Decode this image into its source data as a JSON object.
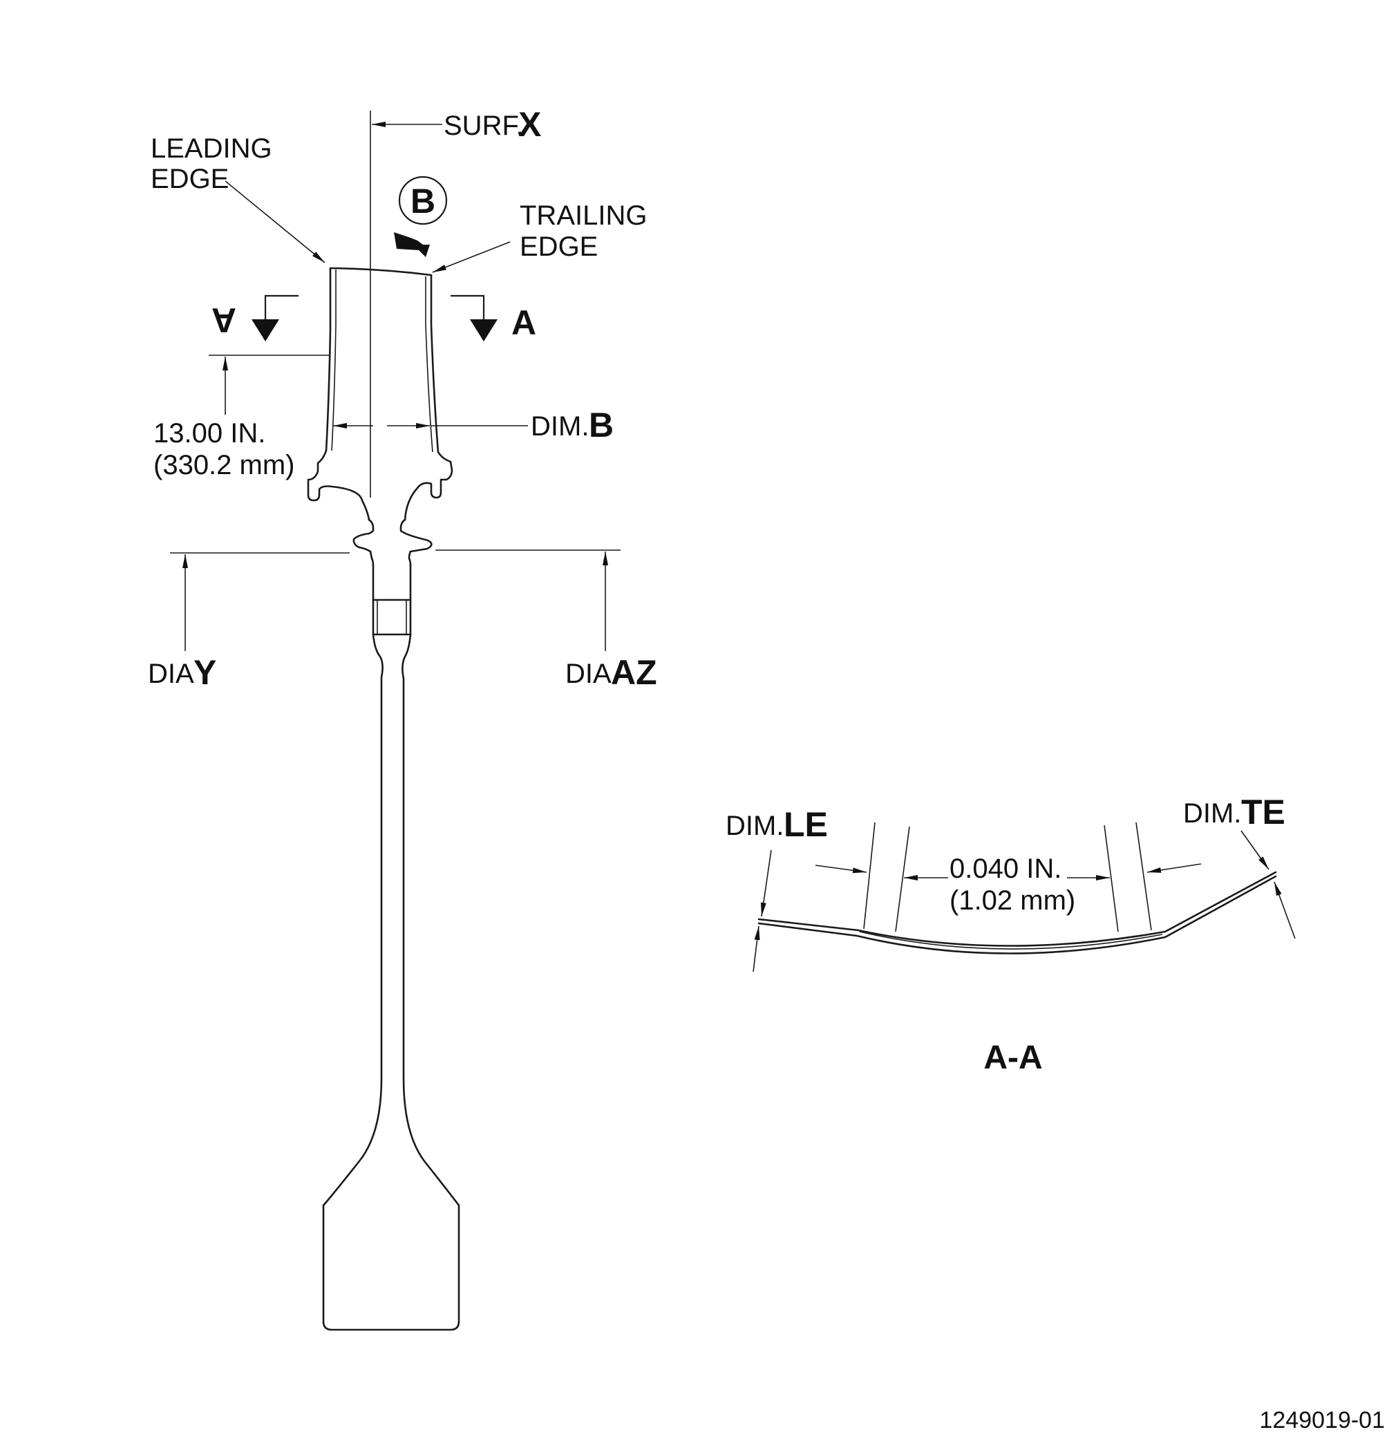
{
  "labels": {
    "surf_prefix": "SURF.",
    "surf_letter": "X",
    "leading_edge_1": "LEADING",
    "leading_edge_2": "EDGE",
    "trailing_edge_1": "TRAILING",
    "trailing_edge_2": "EDGE",
    "view_b": "B",
    "section_left": "A",
    "section_right": "A",
    "height_in": "13.00 IN.",
    "height_mm": "(330.2 mm)",
    "dim_b_prefix": "DIM.",
    "dim_b_letter": "B",
    "dia_y_prefix": "DIA",
    "dia_y_letter": "Y",
    "dia_az_prefix": "DIA",
    "dia_az_letter": "AZ",
    "dim_le_prefix": "DIM.",
    "dim_le_letter": "LE",
    "dim_te_prefix": "DIM.",
    "dim_te_letter": "TE",
    "thickness_in": "0.040 IN.",
    "thickness_mm": "(1.02 mm)",
    "section_title": "A-A",
    "drawing_number": "1249019-01"
  },
  "colors": {
    "line": "#1a1a1a",
    "background": "#ffffff"
  }
}
